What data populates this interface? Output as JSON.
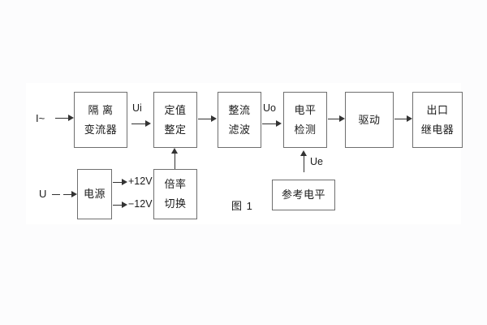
{
  "figure": {
    "caption": "图 1",
    "background_color": "#fcfcfd",
    "panel_color": "#ffffff",
    "line_color": "#333333",
    "box_border_color": "#6f6f6f",
    "text_color": "#1b1b1b"
  },
  "inputs": {
    "current": "I~",
    "voltage": "U"
  },
  "signals": {
    "ui": "Ui",
    "uo": "Uo",
    "ue": "Ue",
    "plus12v": "+12V",
    "minus12v": "−12V"
  },
  "blocks": {
    "isolation_ct": {
      "line1": "隔 离",
      "line2": "变流器"
    },
    "setting": {
      "line1": "定值",
      "line2": "整定"
    },
    "rectify_filter": {
      "line1": "整流",
      "line2": "滤波"
    },
    "level_detect": {
      "line1": "电平",
      "line2": "检测"
    },
    "drive": {
      "line1": "驱动",
      "line2": ""
    },
    "output_relay": {
      "line1": "出口",
      "line2": "继电器"
    },
    "power_supply": {
      "line1": "电源",
      "line2": ""
    },
    "multiplier_switch": {
      "line1": "倍率",
      "line2": "切换"
    },
    "reference_level": {
      "line1": "参考电平",
      "line2": ""
    }
  },
  "icons": {
    "arrow_right": "arrow-right-icon",
    "arrow_up": "arrow-up-icon"
  }
}
